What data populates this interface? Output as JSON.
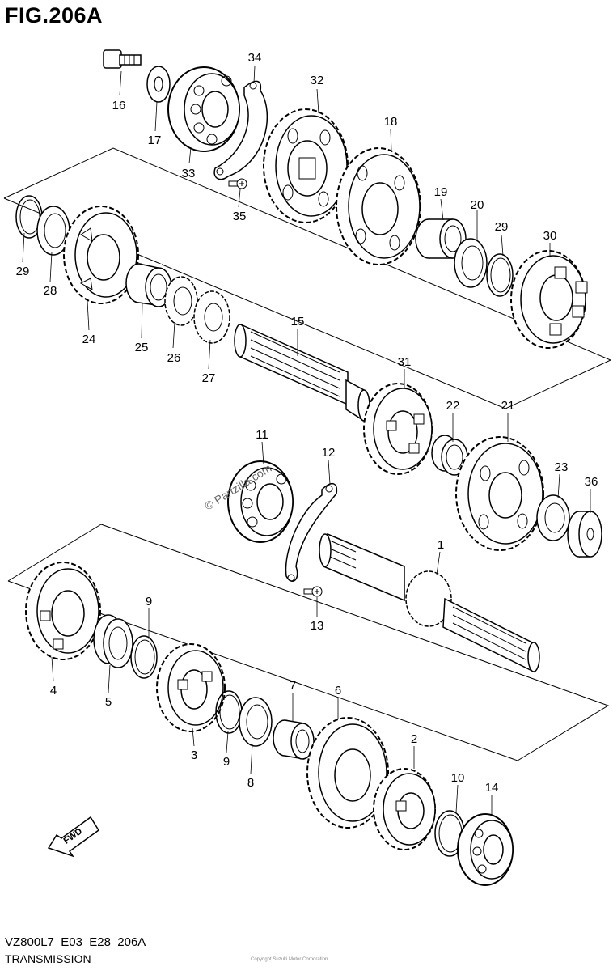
{
  "figure": {
    "title": "FIG.206A",
    "model_code": "VZ800L7_E03_E28_206A",
    "section": "TRANSMISSION",
    "watermark": "© Partzilla.com",
    "copyright_note": "Copyright Suzuki Motor Corporation"
  },
  "fwd_label": "FWD",
  "callouts": [
    {
      "id": "1"
    },
    {
      "id": "2"
    },
    {
      "id": "3"
    },
    {
      "id": "4"
    },
    {
      "id": "5"
    },
    {
      "id": "6"
    },
    {
      "id": "7"
    },
    {
      "id": "8"
    },
    {
      "id": "9a",
      "label": "9"
    },
    {
      "id": "9b",
      "label": "9"
    },
    {
      "id": "10"
    },
    {
      "id": "11"
    },
    {
      "id": "12"
    },
    {
      "id": "13"
    },
    {
      "id": "14"
    },
    {
      "id": "15"
    },
    {
      "id": "16"
    },
    {
      "id": "17"
    },
    {
      "id": "18"
    },
    {
      "id": "19"
    },
    {
      "id": "20"
    },
    {
      "id": "21"
    },
    {
      "id": "22"
    },
    {
      "id": "23"
    },
    {
      "id": "24"
    },
    {
      "id": "25"
    },
    {
      "id": "26"
    },
    {
      "id": "27"
    },
    {
      "id": "28"
    },
    {
      "id": "29a",
      "label": "29"
    },
    {
      "id": "29b",
      "label": "29"
    },
    {
      "id": "30"
    },
    {
      "id": "31"
    },
    {
      "id": "32"
    },
    {
      "id": "33"
    },
    {
      "id": "34"
    },
    {
      "id": "35"
    },
    {
      "id": "36"
    }
  ],
  "labels": {
    "c1": "1",
    "c2": "2",
    "c3": "3",
    "c4": "4",
    "c5": "5",
    "c6": "6",
    "c7": "7",
    "c8": "8",
    "c9a": "9",
    "c9b": "9",
    "c10": "10",
    "c11": "11",
    "c12": "12",
    "c13": "13",
    "c14": "14",
    "c15": "15",
    "c16": "16",
    "c17": "17",
    "c18": "18",
    "c19": "19",
    "c20": "20",
    "c21": "21",
    "c22": "22",
    "c23": "23",
    "c24": "24",
    "c25": "25",
    "c26": "26",
    "c27": "27",
    "c28": "28",
    "c29a": "29",
    "c29b": "29",
    "c30": "30",
    "c31": "31",
    "c32": "32",
    "c33": "33",
    "c34": "34",
    "c35": "35",
    "c36": "36"
  }
}
